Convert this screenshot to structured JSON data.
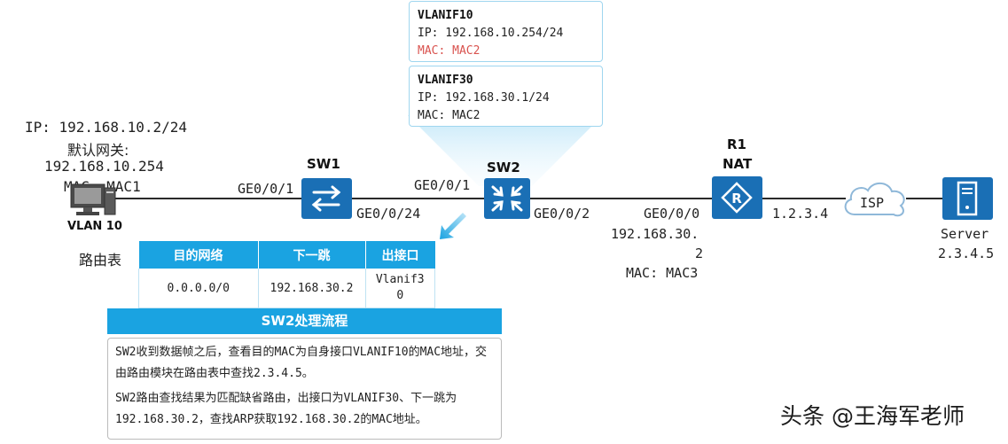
{
  "pc": {
    "ip": "IP: 192.168.10.2/24",
    "gw_label": "默认网关:",
    "gw_value": "192.168.10.254",
    "mac": "MAC: MAC1",
    "vlan": "VLAN 10"
  },
  "sw1": {
    "name": "SW1",
    "port_left": "GE0/0/1",
    "port_right": "GE0/0/24"
  },
  "sw2": {
    "name": "SW2",
    "port_left": "GE0/0/1",
    "port_right": "GE0/0/2"
  },
  "r1": {
    "name": "R1",
    "nat": "NAT",
    "port": "GE0/0/0",
    "ip_line1": "192.168.30.",
    "ip_line2": "2",
    "mac": "MAC: MAC3",
    "wan_ip": "1.2.3.4"
  },
  "isp": {
    "label": "ISP"
  },
  "server": {
    "name": "Server",
    "ip": "2.3.4.5"
  },
  "vlanif10": {
    "title": "VLANIF10",
    "ip": "IP: 192.168.10.254/24",
    "mac": "MAC: MAC2"
  },
  "vlanif30": {
    "title": "VLANIF30",
    "ip": "IP: 192.168.30.1/24",
    "mac": "MAC: MAC2"
  },
  "route_table": {
    "label": "路由表",
    "headers": [
      "目的网络",
      "下一跳",
      "出接口"
    ],
    "rows": [
      [
        "0.0.0.0/0",
        "192.168.30.2",
        "Vlanif3\n0"
      ]
    ]
  },
  "process": {
    "title": "SW2处理流程",
    "para1": "SW2收到数据帧之后，查看目的MAC为自身接口VLANIF10的MAC地址，交由路由模块在路由表中查找2.3.4.5。",
    "para2": "SW2路由查找结果为匹配缺省路由，出接口为VLANIF30、下一跳为192.168.30.2，查找ARP获取192.168.30.2的MAC地址。"
  },
  "watermark": "头条 @王海军老师",
  "colors": {
    "device_blue": "#1a6fb5",
    "accent": "#1aa3e1",
    "highlight_red": "#d9534f",
    "line": "#2a2a2a"
  }
}
